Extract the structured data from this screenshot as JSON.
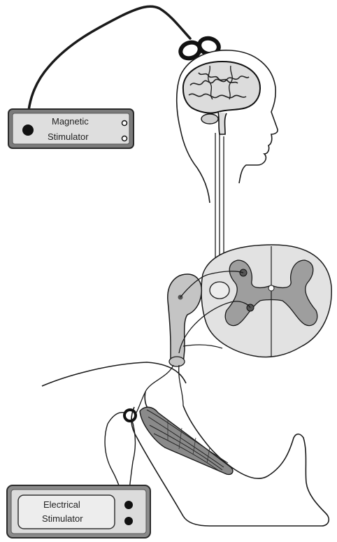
{
  "magnetic_stimulator": {
    "line1": "Magnetic",
    "line2": "Stimulator"
  },
  "electrical_stimulator": {
    "line1": "Electrical",
    "line2": "Stimulator"
  },
  "colors": {
    "stroke": "#1a1a1a",
    "box_fill": "#d6d6d6",
    "box_border": "#3a3a3a",
    "tissue_fill": "#c8c8c8",
    "gray_matter": "#9a9a9a",
    "muscle_fill": "#7a7a7a",
    "white": "#ffffff"
  }
}
